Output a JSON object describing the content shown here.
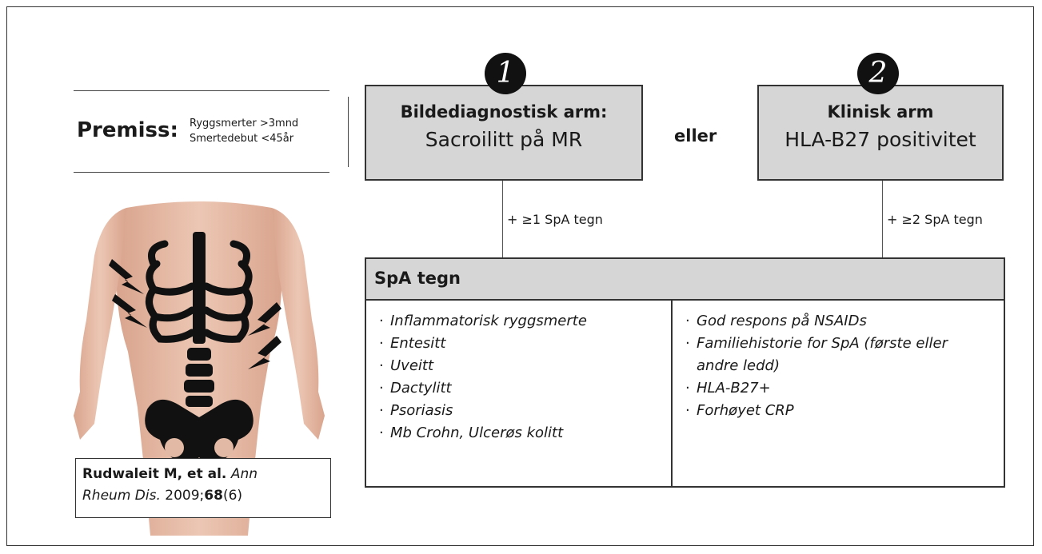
{
  "premiss": {
    "title": "Premiss:",
    "line1": "Ryggsmerter >3mnd",
    "line2": "Smertedebut <45år"
  },
  "citation": {
    "authors": "Rudwaleit M, et al.",
    "journal1": "Ann",
    "journal2": "Rheum Dis.",
    "year": "2009;",
    "volume": "68",
    "issue": "(6)"
  },
  "arm1": {
    "badge": "1",
    "heading": "Bildediagnostisk arm:",
    "subtitle": "Sacroilitt på MR",
    "condition": "+ ≥1 SpA tegn"
  },
  "connector": "eller",
  "arm2": {
    "badge": "2",
    "heading": "Klinisk arm",
    "subtitle": "HLA-B27 positivitet",
    "condition": "+ ≥2 SpA tegn"
  },
  "spa": {
    "title": "SpA tegn",
    "left": [
      "Inflammatorisk ryggsmerte",
      "Entesitt",
      "Uveitt",
      "Dactylitt",
      "Psoriasis",
      "Mb Crohn, Ulcerøs kolitt"
    ],
    "right": [
      "God respons på NSAIDs",
      "Familiehistorie for SpA (første eller andre ledd)",
      "HLA-B27+",
      "Forhøyet CRP"
    ]
  },
  "colors": {
    "box_fill": "#d6d6d6",
    "skin": "#e2b9a4",
    "skeleton": "#111111"
  },
  "icons": [
    "human-torso-illustration",
    "skeleton-icon",
    "lightning-pain-icon"
  ]
}
